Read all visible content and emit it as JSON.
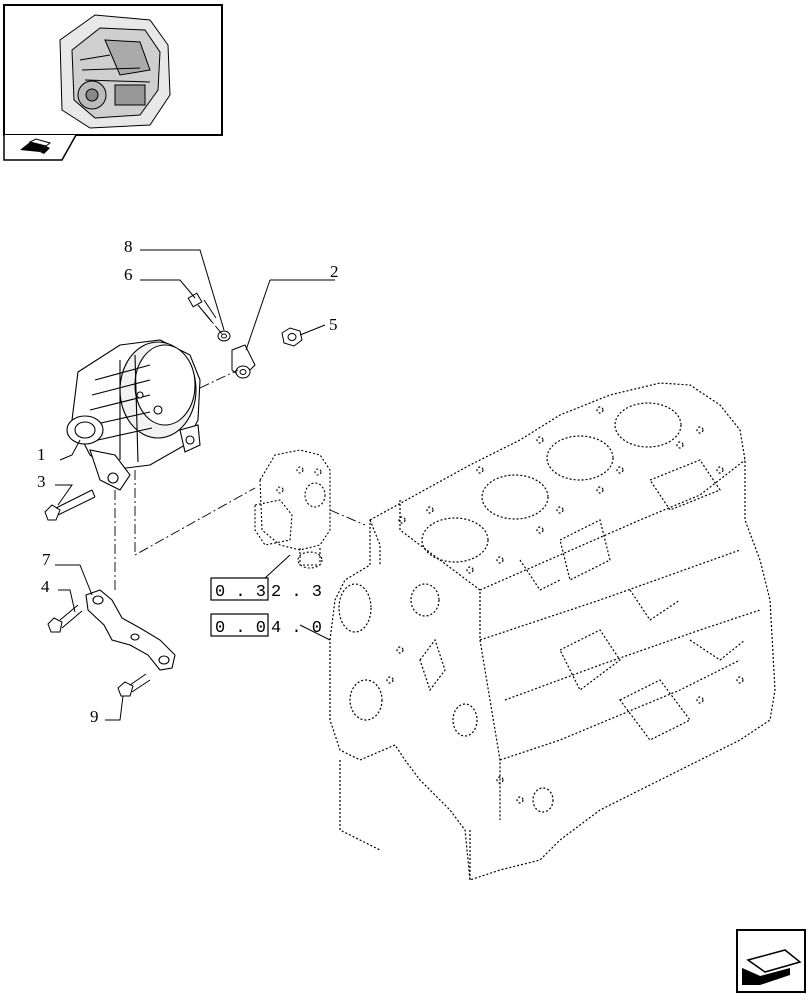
{
  "thumbnail": {
    "icon": "engine-thumbnail-icon",
    "tab_icon": "book-icon"
  },
  "callouts": [
    {
      "id": "1",
      "label": "1"
    },
    {
      "id": "2",
      "label": "2"
    },
    {
      "id": "3",
      "label": "3"
    },
    {
      "id": "4",
      "label": "4"
    },
    {
      "id": "5",
      "label": "5"
    },
    {
      "id": "6",
      "label": "6"
    },
    {
      "id": "7",
      "label": "7"
    },
    {
      "id": "8",
      "label": "8"
    },
    {
      "id": "9",
      "label": "9"
    }
  ],
  "references": [
    {
      "id": "ref-1",
      "boxed": "0 . 3",
      "suffix": "2 . 3"
    },
    {
      "id": "ref-2",
      "boxed": "0 . 0",
      "suffix": "4 . 0"
    }
  ],
  "nav": {
    "icon": "next-page-arrow-icon"
  }
}
